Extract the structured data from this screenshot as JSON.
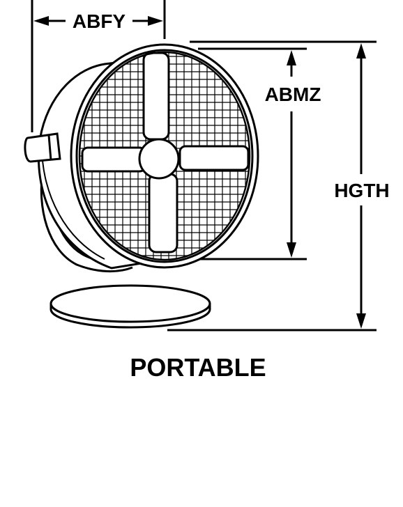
{
  "labels": {
    "width_dim": "ABFY",
    "guard_dim": "ABMZ",
    "height_dim": "HGTH",
    "caption": "PORTABLE"
  },
  "colors": {
    "line": "#000000",
    "background": "#ffffff"
  }
}
